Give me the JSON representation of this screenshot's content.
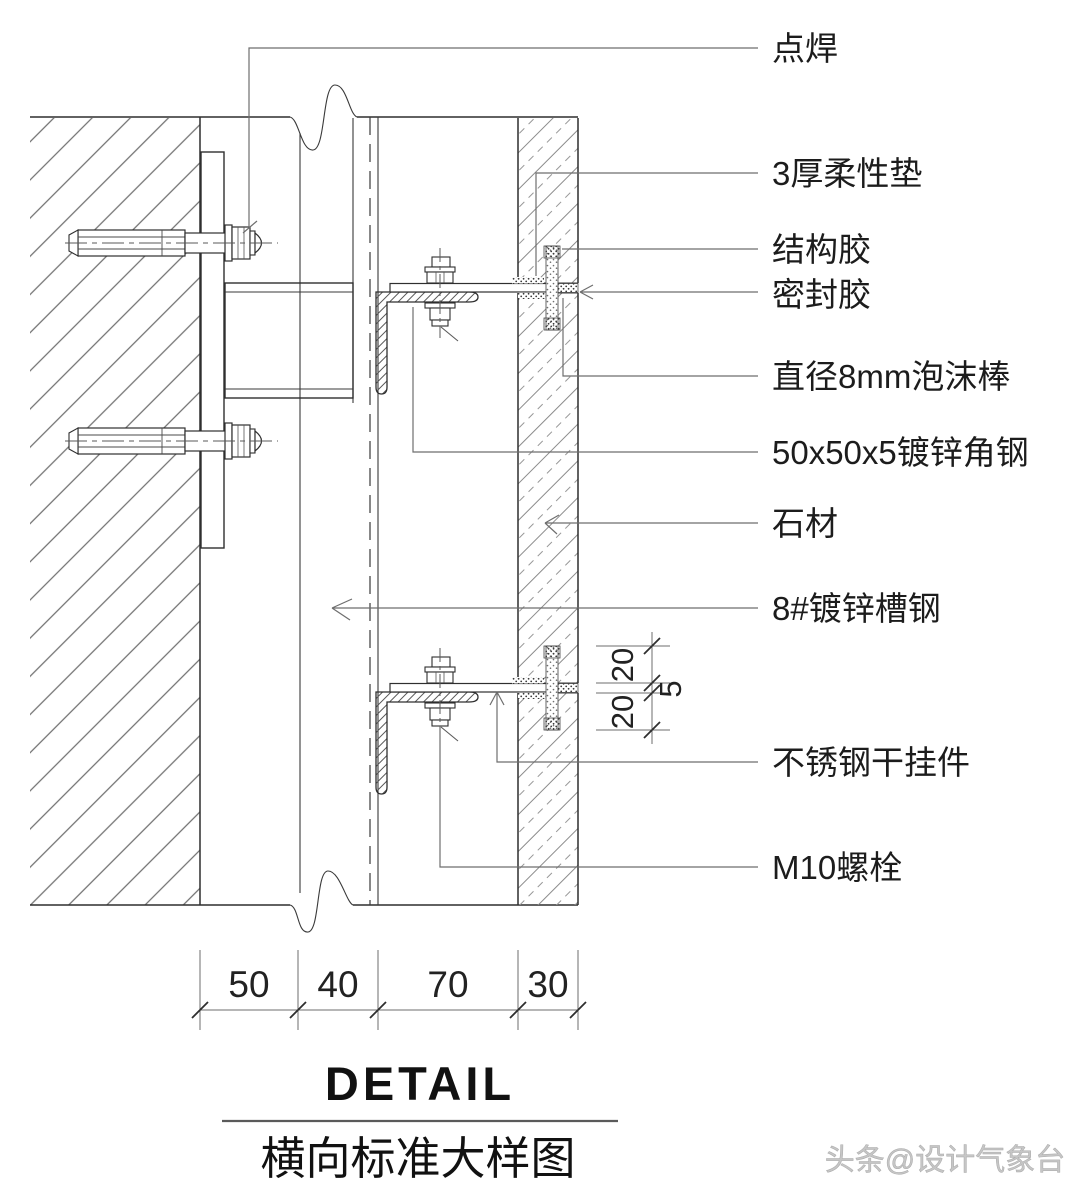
{
  "drawing": {
    "callouts": [
      {
        "label": "点焊"
      },
      {
        "label": "3厚柔性垫"
      },
      {
        "label": "结构胶"
      },
      {
        "label": "密封胶"
      },
      {
        "label": "直径8mm泡沫棒"
      },
      {
        "label": "50x50x5镀锌角钢"
      },
      {
        "label": "石材"
      },
      {
        "label": "8#镀锌槽钢"
      },
      {
        "label": "不锈钢干挂件"
      },
      {
        "label": "M10螺栓"
      }
    ],
    "dims_bottom": [
      {
        "value": "50"
      },
      {
        "value": "40"
      },
      {
        "value": "70"
      },
      {
        "value": "30"
      }
    ],
    "dims_side": [
      {
        "value": "20"
      },
      {
        "value": "20"
      },
      {
        "value": "5"
      }
    ],
    "title": {
      "en": "DETAIL",
      "zh": "横向标准大样图"
    },
    "watermark": "头条@设计气象台"
  },
  "colors": {
    "line": "#2f2f2f",
    "leader": "#6e6e6e",
    "concrete_hatch": "#707070",
    "stone_hatch": "#8b8b8b",
    "adhesive": "#3a3a3a",
    "watermark": "#c6c6c6"
  }
}
